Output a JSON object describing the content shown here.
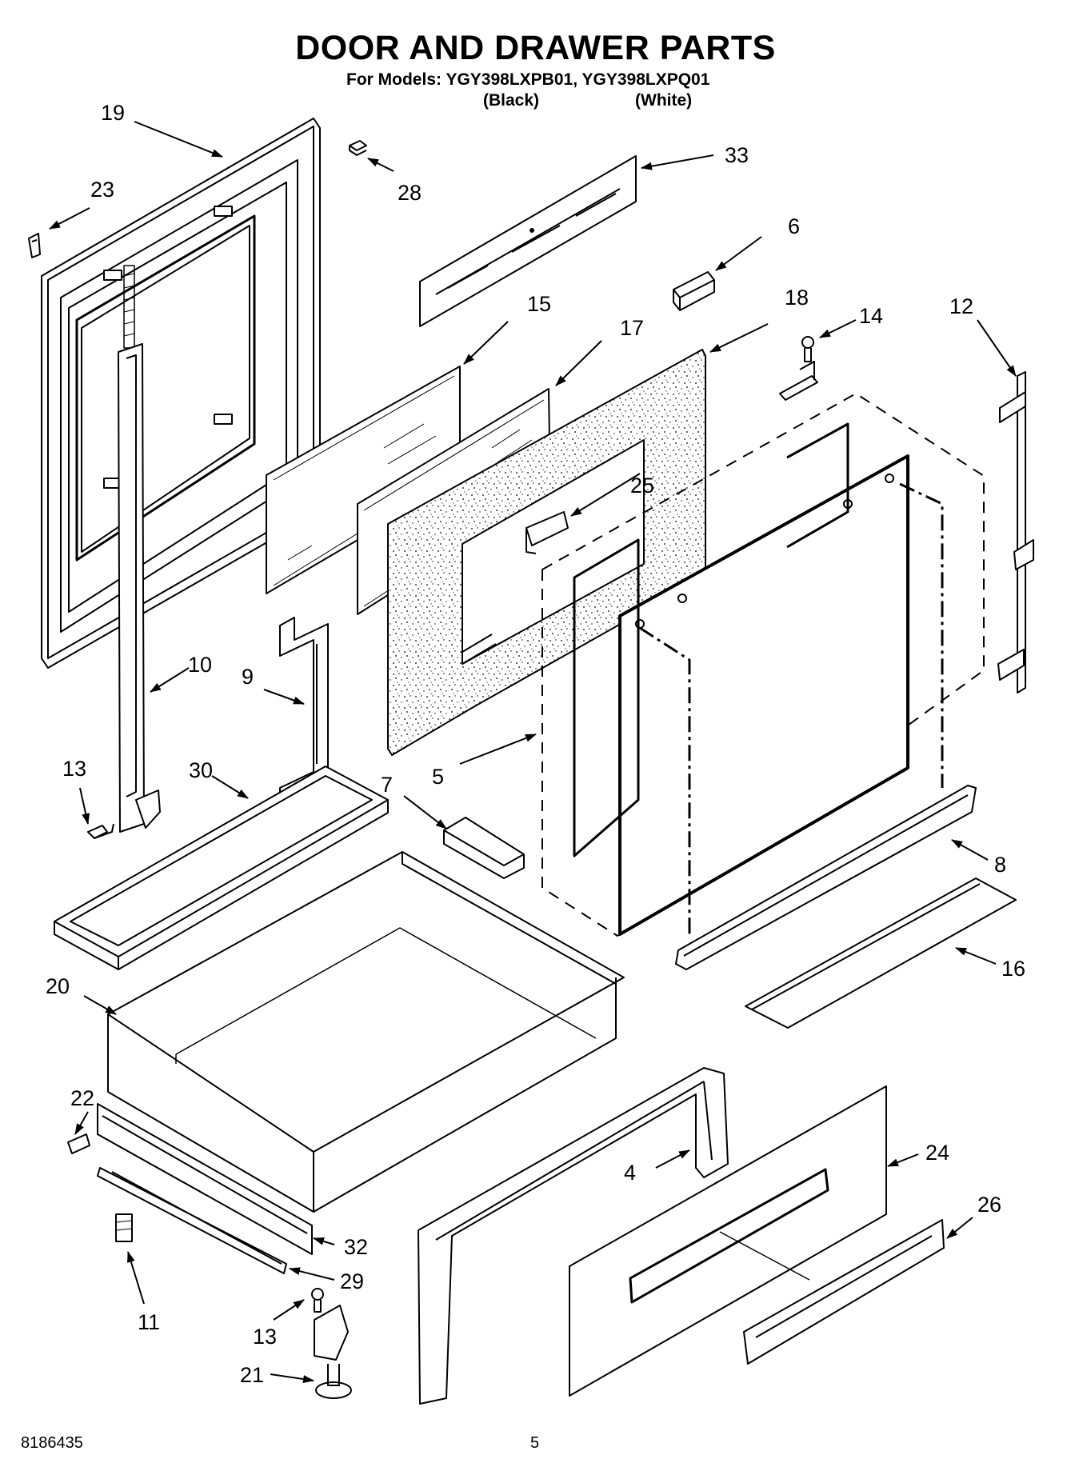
{
  "header": {
    "title": "DOOR AND DRAWER PARTS",
    "models_line": "For Models: YGY398LXPB01, YGY398LXPQ01",
    "variant_black": "(Black)",
    "variant_white": "(White)"
  },
  "footer": {
    "doc_number": "8186435",
    "page_number": "5"
  },
  "callouts": {
    "p19": "19",
    "p28": "28",
    "p33": "33",
    "p23": "23",
    "p6": "6",
    "p15": "15",
    "p17": "17",
    "p18": "18",
    "p14": "14",
    "p12": "12",
    "p25": "25",
    "p10": "10",
    "p9": "9",
    "p13a": "13",
    "p30": "30",
    "p7": "7",
    "p5": "5",
    "p8": "8",
    "p16": "16",
    "p20": "20",
    "p22": "22",
    "p4": "4",
    "p24": "24",
    "p26": "26",
    "p32": "32",
    "p29": "29",
    "p11": "11",
    "p13b": "13",
    "p21": "21"
  }
}
